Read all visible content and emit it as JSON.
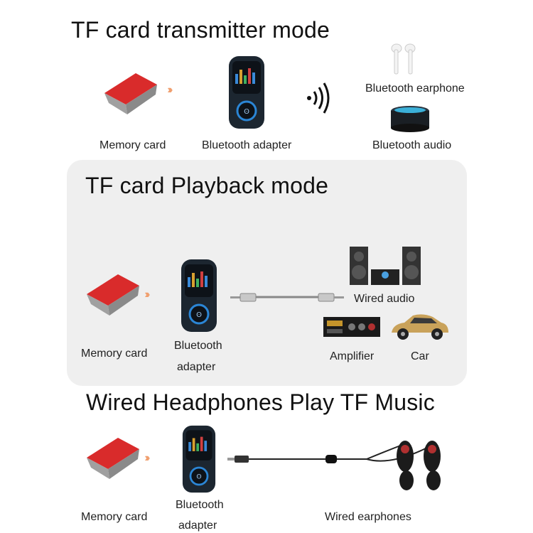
{
  "sections": {
    "transmitter": {
      "title": "TF card transmitter mode",
      "labels": {
        "memory_card": "Memory card",
        "adapter": "Bluetooth adapter",
        "earphone": "Bluetooth earphone",
        "audio": "Bluetooth audio"
      }
    },
    "playback": {
      "title": "TF card Playback mode",
      "labels": {
        "memory_card": "Memory card",
        "adapter_line1": "Bluetooth",
        "adapter_line2": "adapter",
        "wired_audio": "Wired audio",
        "amplifier": "Amplifier",
        "car": "Car"
      }
    },
    "headphones": {
      "title": "Wired Headphones Play TF Music",
      "labels": {
        "memory_card": "Memory card",
        "adapter_line1": "Bluetooth",
        "adapter_line2": "adapter",
        "earphones": "Wired earphones"
      }
    }
  },
  "icons": [
    "memory-card-icon",
    "bluetooth-adapter-icon",
    "wireless-signal-icon",
    "airpods-icon",
    "smart-speaker-icon",
    "aux-cable-icon",
    "hifi-stereo-icon",
    "amplifier-icon",
    "car-icon",
    "wired-earphones-icon"
  ],
  "colors": {
    "card_red": "#d92b2b",
    "card_gray": "#8a8a8a",
    "arrow": "#f0a070",
    "panel": "#efefef",
    "device": "#1c2630"
  }
}
